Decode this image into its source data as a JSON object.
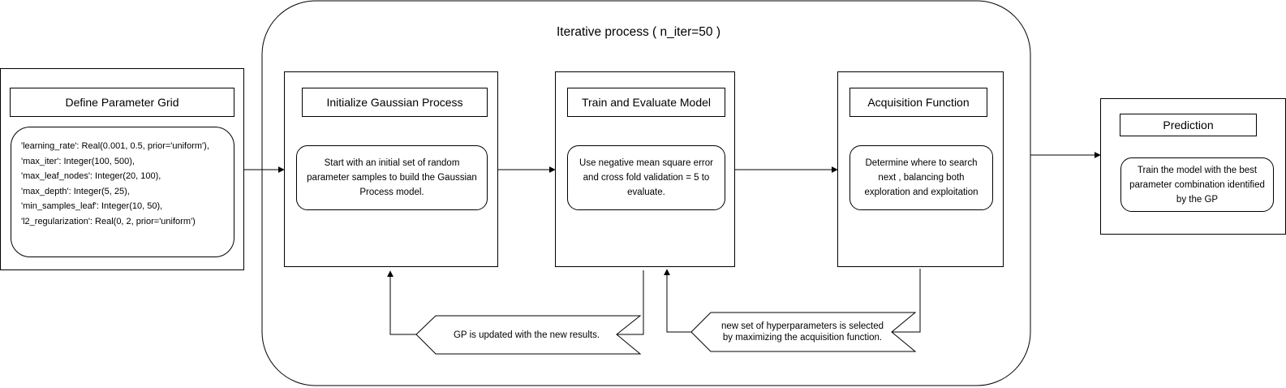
{
  "iterative": {
    "title": "Iterative process ( n_iter=50 )"
  },
  "define": {
    "title": "Define Parameter Grid",
    "params": [
      "'learning_rate': Real(0.001, 0.5, prior='uniform'),",
      "'max_iter': Integer(100, 500),",
      "'max_leaf_nodes': Integer(20, 100),",
      "'max_depth': Integer(5, 25),",
      "'min_samples_leaf': Integer(10, 50),",
      "'l2_regularization': Real(0, 2, prior='uniform')"
    ]
  },
  "init_gp": {
    "title": "Initialize Gaussian Process",
    "text": "Start with an initial set of random parameter samples to build the Gaussian Process model."
  },
  "train_eval": {
    "title": "Train and Evaluate Model",
    "text": "Use negative mean square error and cross fold validation = 5 to evaluate."
  },
  "acquisition": {
    "title": "Acquisition Function",
    "text": "Determine where to search next , balancing both exploration and exploitation"
  },
  "prediction": {
    "title": "Prediction",
    "text": "Train the model with the best parameter combination identified by the GP"
  },
  "feedback": {
    "gp_update": "GP is updated with the new results.",
    "new_params_line1": "new set of hyperparameters is selected",
    "new_params_line2": "by maximizing the acquisition function."
  }
}
